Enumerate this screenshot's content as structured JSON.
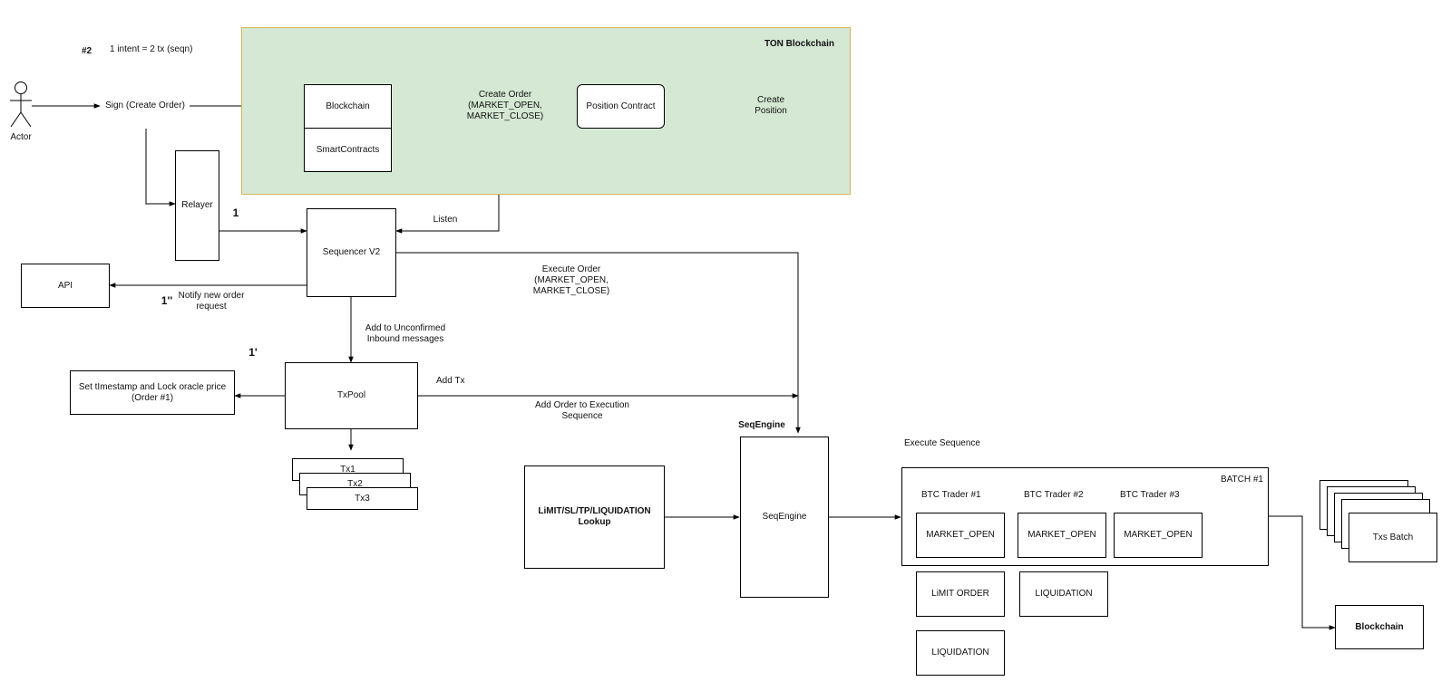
{
  "header": {
    "tag": "#2",
    "note": "1 intent = 2 tx (seqn)"
  },
  "colors": {
    "zone_fill": "#d5e8d4",
    "zone_border": "#d6b656",
    "stroke": "#000000"
  },
  "actor": {
    "label": "Actor",
    "icon": "stick-figure-icon"
  },
  "ton_zone": {
    "title": "TON Blockchain"
  },
  "nodes": {
    "blockchain_top": "Blockchain",
    "smartcontracts": "SmartContracts",
    "position_contract": "Position Contract",
    "relayer": "Relayer",
    "sequencer": "Sequencer V2",
    "api": "API",
    "txpool": "TxPool",
    "set_timestamp": "Set tImestamp and Lock oracle price\n(Order #1)",
    "tx1": "Tx1",
    "tx2": "Tx2",
    "tx3": "Tx3",
    "lookup": "LiMIT/SL/TP/LIQUIDATION\nLookup",
    "seqengine": "SeqEngine",
    "limit_order": "LiMIT ORDER",
    "liquidation_1": "LIQUIDATION",
    "liquidation_2": "LIQUIDATION",
    "txs_batch": "Txs Batch",
    "blockchain_bottom": "Blockchain"
  },
  "batch": {
    "title": "BATCH #1",
    "traders": [
      {
        "name": "BTC Trader #1",
        "order": "MARKET_OPEN"
      },
      {
        "name": "BTC Trader #2",
        "order": "MARKET_OPEN"
      },
      {
        "name": "BTC Trader #3",
        "order": "MARKET_OPEN"
      }
    ]
  },
  "labels": {
    "sign": "Sign (Create Order)",
    "create_order": "Create Order\n(MARKET_OPEN,\nMARKET_CLOSE)",
    "create_position": "Create\nPosition",
    "listen": "Listen",
    "step_1": "1",
    "step_1_prime": "1'",
    "step_1_double": "1''",
    "notify": "Notify new order\nrequest",
    "execute_order": "Execute Order\n(MARKET_OPEN,\nMARKET_CLOSE)",
    "add_unconfirmed": "Add to Unconfirmed\nInbound messages",
    "add_tx": "Add Tx",
    "add_order_seq": "Add Order to Execution\nSequence",
    "seqengine_title": "SeqEngine",
    "execute_sequence": "Execute Sequence"
  }
}
